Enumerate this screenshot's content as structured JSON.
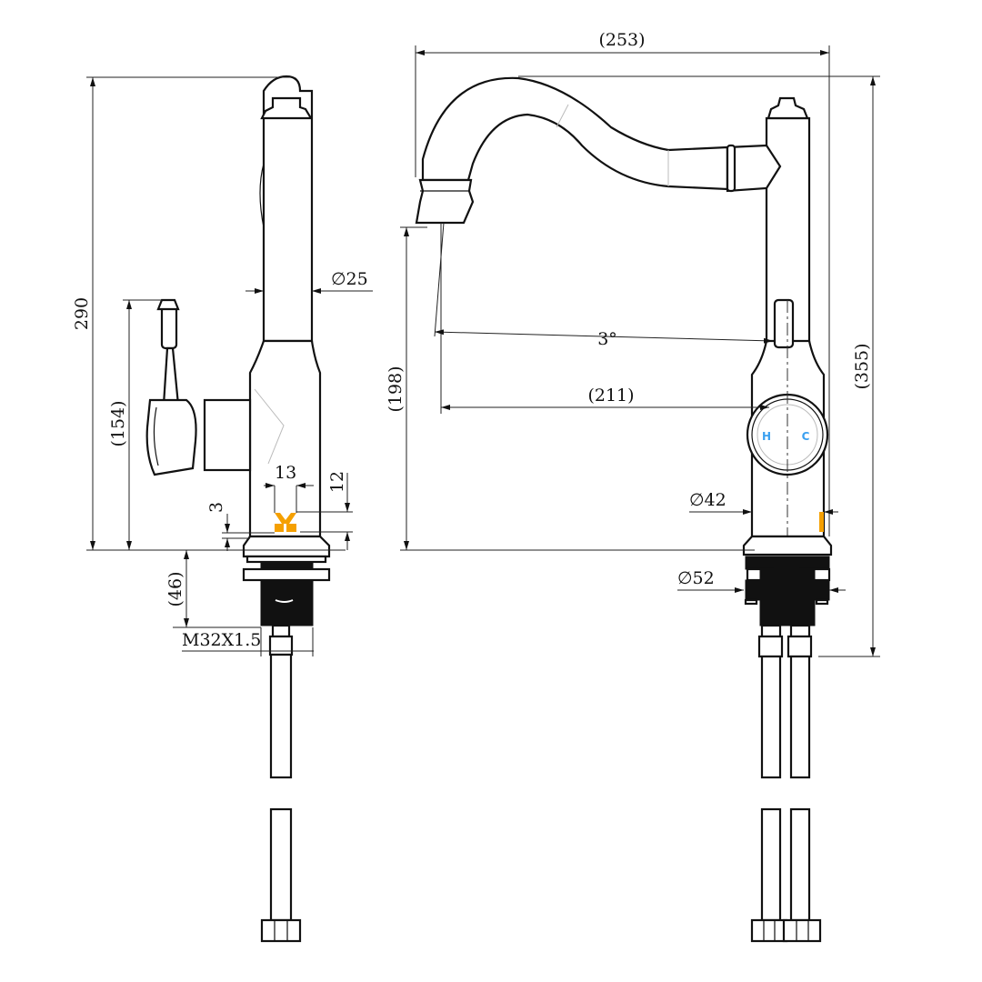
{
  "dimensions": {
    "overall_height_side": "290",
    "handle_height": "(154)",
    "body_diameter": "∅25",
    "thread_length": "(46)",
    "thread_spec": "M32X1.5",
    "dim_13": "13",
    "dim_12": "12",
    "dim_3": "3",
    "spout_reach_total": "(253)",
    "spout_height": "(198)",
    "spout_reach": "(211)",
    "spout_angle": "3°",
    "overall_height_front": "(355)",
    "base_diameter": "∅42",
    "mount_diameter": "∅52"
  },
  "handle_markings": {
    "hot": "H",
    "cold": "C"
  },
  "colors": {
    "hot_cold_label": "#3aa0f0",
    "logo": "#f5a000",
    "line": "#111111"
  }
}
